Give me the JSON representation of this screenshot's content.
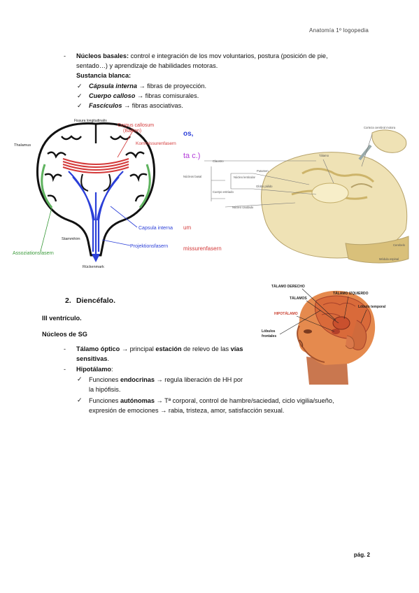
{
  "header": "Anatomía 1º logopedia",
  "bullets_top": {
    "nb_label": "Núcleos basales:",
    "nb_text_1": " control e integración de los mov voluntarios, postura (posición de pie,",
    "nb_text_2": "sentado…) y aprendizaje de habilidades motoras.",
    "white_matter": "Sustancia blanca:",
    "items": [
      {
        "term": "Cápsula interna",
        "rest": " → fibras de proyección."
      },
      {
        "term": "Cuerpo calloso",
        "rest": " → fibras comisurales."
      },
      {
        "term": "Fascículos",
        "rest": " → fibras asociativas."
      }
    ]
  },
  "fig1": {
    "fissure": "Fissura longitudinalis",
    "corpus": "Corpus callosum",
    "balken": "(Balken)",
    "kommissur": "Kommissurenfasern",
    "thalamus": "Thalamus",
    "capsula": "Capsula interna",
    "stammhirn": "Stammhirn",
    "projektion": "Projektionsfasern",
    "assoz": "Assoziationsfasern",
    "rucken": "Rückenmark"
  },
  "fig2": {
    "os": "os,",
    "tac": "ta c.)",
    "um": "um",
    "missur": "missurenfasern",
    "corteza": "Corteza cerebral motora",
    "talamo": "Tálamo",
    "claustro": "Claustro",
    "putamen": "Putamen",
    "nucleo_lenti": "Núcleo lenticular",
    "globo": "Globo pálido",
    "nucleos_basal": "Núcleos basal",
    "cuerpo_estriado": "Cuerpo estriado",
    "nucleo_caudado": "Núcleo caudado",
    "cerebelo": "Cerebelo",
    "medula": "Médula espinal"
  },
  "section2": {
    "number": "2.",
    "title": "Diencéfalo.",
    "ventricle": "III ventrículo.",
    "nuclei": "Núcleos de SG",
    "talamo_label": "Tálamo óptico",
    "talamo_rest": " → principal ",
    "talamo_bold": "estación",
    "talamo_rest2": " de relevo de las ",
    "talamo_bold2": "vías",
    "talamo_line2": "sensitivas",
    "hipo_label": "Hipotálamo",
    "f1_pre": "Funciones ",
    "f1_bold": "endocrinas",
    "f1_rest": " → regula liberación de HH por",
    "f1_line2": "la hipófisis.",
    "f2_pre": "Funciones ",
    "f2_bold": "autónomas",
    "f2_rest": " → Tª corporal, control de hambre/saciedad, ciclo vigilia/sueño,",
    "f2_line2": "expresión de emociones → rabia, tristeza, amor, satisfacción sexual."
  },
  "fig3": {
    "talamo_derecho": "TÁLAMO DERECHO",
    "talamo_izq": "TÁLAMO IZQUIERDO",
    "talamos": "TÁLAMOS",
    "lobulo_temporal": "Lóbulo temporal",
    "hipotalamo": "HIPOTÁLAMO",
    "lobulos_frontales_1": "Lóbulos",
    "lobulos_frontales_2": "frontales"
  },
  "footer": "pág. 2"
}
